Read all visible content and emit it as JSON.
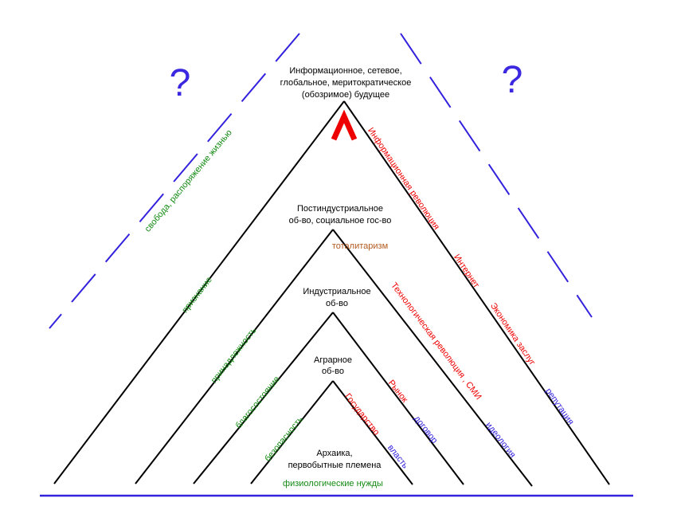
{
  "colors": {
    "black": "#000000",
    "blue": "#3322dd",
    "red": "#ee0000",
    "green": "#138a13",
    "brown": "#b35a1f",
    "question": "#3b28e0"
  },
  "question_marks": {
    "left": "?",
    "right": "?"
  },
  "levels": {
    "archaic": {
      "line1": "Архаика,",
      "line2": "первобытные племена"
    },
    "agrarian": {
      "line1": "Аграрное",
      "line2": "об-во"
    },
    "industrial": {
      "line1": "Индустриальное",
      "line2": "об-во"
    },
    "postindustrial": {
      "line1": "Постиндустриальное",
      "line2": "об-во, социальное гос-во"
    },
    "information": {
      "line1": "Информационное, сетевое,",
      "line2": "глобальное, меритократическое",
      "line3": "(обозримое)  будущее"
    }
  },
  "left_labels": {
    "physiological": "физиологические нужды",
    "safety": "безопасность",
    "wellbeing": "благосостояние",
    "belonging": "принадлежность",
    "recognition": "признание",
    "freedom": "свобода,   распоряжение жизнью"
  },
  "right_labels": {
    "power": "власть",
    "state": "Государство",
    "contract": "договор",
    "market": "Рынок",
    "ideology": "идеология",
    "tech_revolution": "Технологическая   революция , СМИ",
    "reputation": "репутация",
    "merit_economy": "Экономика  заслуг",
    "internet": "Интернет",
    "info_revolution": "Информационная  революция"
  },
  "center_labels": {
    "totalitarianism": "тоталитаризм"
  }
}
